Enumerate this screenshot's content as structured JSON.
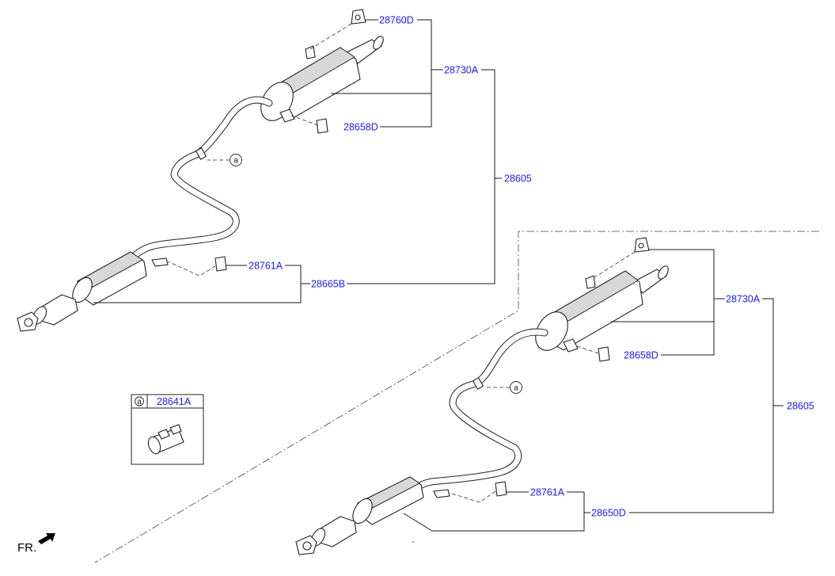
{
  "assembly_top": {
    "labels": {
      "hanger_top": "28760D",
      "muffler_rear": "28730A",
      "hanger_rear": "28658D",
      "assembly": "28605",
      "hanger_center": "28761A",
      "muffler_center": "28665B"
    },
    "ref_marker": "a"
  },
  "assembly_bottom": {
    "labels": {
      "muffler_rear": "28730A",
      "hanger_rear": "28658D",
      "assembly": "28605",
      "hanger_center": "28761A",
      "muffler_center": "28650D"
    },
    "ref_marker": "a"
  },
  "detail_box": {
    "marker": "a",
    "part_number": "28641A"
  },
  "direction_label": "FR.",
  "colors": {
    "label": "#1a1aff",
    "line": "#1a1a1a"
  }
}
